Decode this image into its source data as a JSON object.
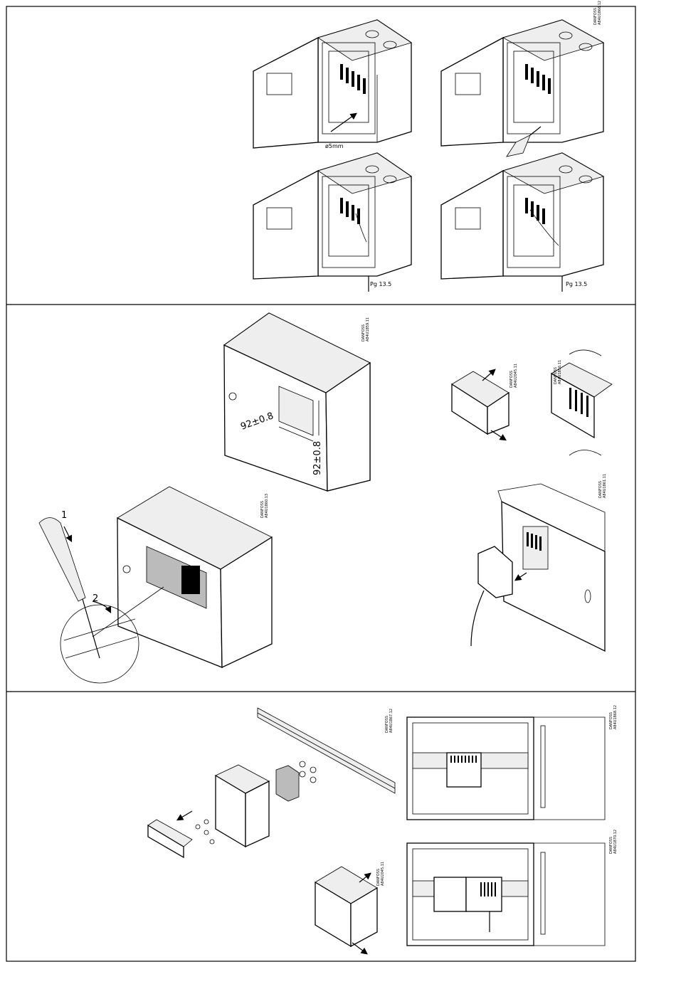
{
  "panel_top": {
    "hole_label": "ø5mm",
    "gland_label_left": "Pg 13.5",
    "gland_label_right": "Pg 13.5",
    "code_top_right": [
      "DANFOSS",
      "A84U1866.12"
    ]
  },
  "panel_middle": {
    "cutout_width_label": "92±0.8",
    "cutout_height_label": "92±0.8",
    "code_cutout_box": [
      "DANFOSS",
      "A84U1859.11"
    ],
    "code_mounted_box": [
      "DANFOSS",
      "A84U1860.13"
    ],
    "code_terminal_remove": [
      "DANFOSS",
      "A84U2045.11"
    ],
    "code_connector": [
      "DANFOSS",
      "A84U1856.11"
    ],
    "code_door_mount": [
      "DANFOSS",
      "A84U1861.11"
    ],
    "step_1": "1",
    "step_2": "2"
  },
  "panel_bottom": {
    "code_din_rail": [
      "DANFOSS",
      "A84U1867.12"
    ],
    "code_panel_a": [
      "DANFOSS",
      "A84U1868.12"
    ],
    "code_panel_b": [
      "DANFOSS",
      "A84U1870.12"
    ],
    "code_housing": [
      "DANFOSS",
      "A84U2045.11"
    ]
  }
}
